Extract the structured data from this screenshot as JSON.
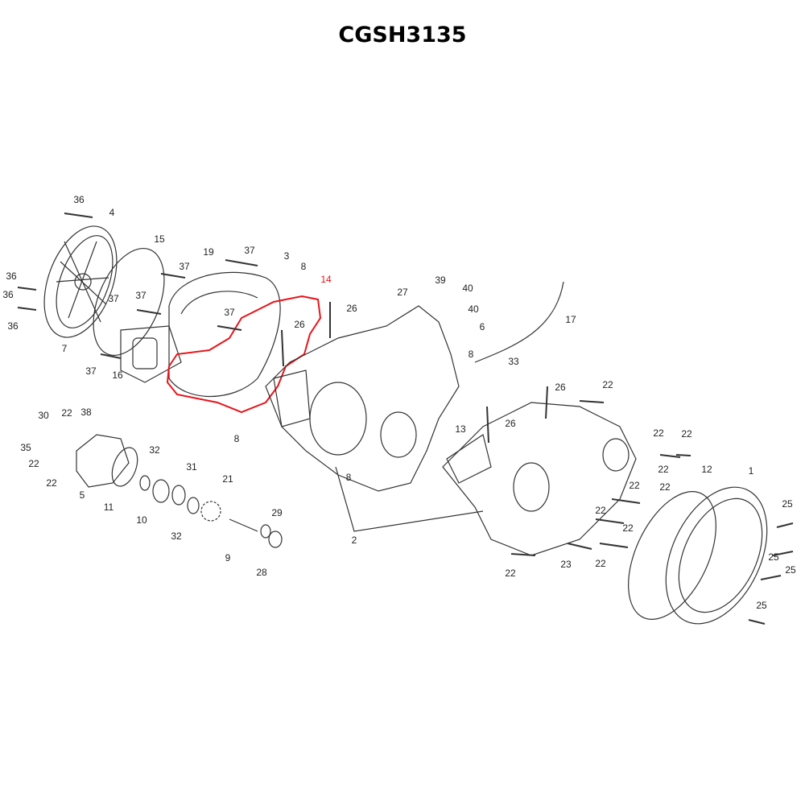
{
  "title": "CGSH3135",
  "highlight_color": "#e8141a",
  "highlighted_part": "14",
  "callouts": [
    "36",
    "4",
    "15",
    "19",
    "37",
    "3",
    "8",
    "14",
    "37",
    "36",
    "36",
    "36",
    "37",
    "37",
    "37",
    "26",
    "26",
    "27",
    "39",
    "40",
    "40",
    "6",
    "17",
    "7",
    "16",
    "37",
    "8",
    "33",
    "22",
    "26",
    "30",
    "22",
    "38",
    "8",
    "13",
    "26",
    "22",
    "22",
    "35",
    "22",
    "32",
    "22",
    "22",
    "12",
    "1",
    "31",
    "22",
    "21",
    "8",
    "22",
    "5",
    "11",
    "22",
    "22",
    "25",
    "10",
    "29",
    "32",
    "2",
    "9",
    "22",
    "23",
    "22",
    "25",
    "25",
    "28",
    "25"
  ]
}
